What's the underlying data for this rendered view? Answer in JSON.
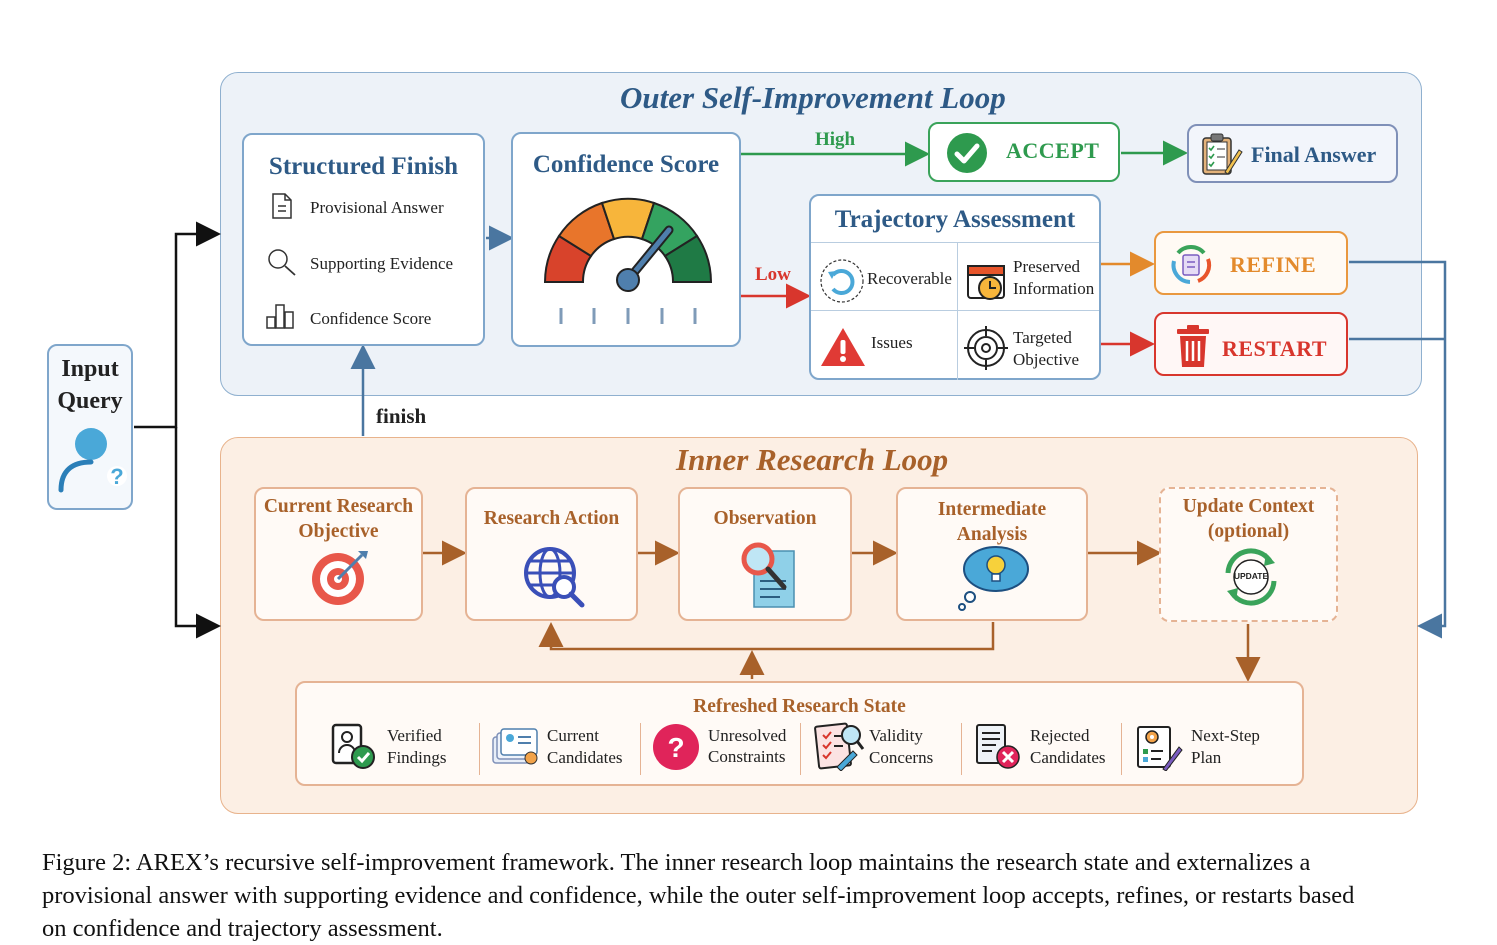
{
  "outer": {
    "title": "Outer Self-Improvement Loop",
    "structured_finish": {
      "title": "Structured Finish",
      "items": [
        "Provisional Answer",
        "Supporting Evidence",
        "Confidence Score"
      ]
    },
    "confidence": {
      "title": "Confidence Score"
    },
    "high_label": "High",
    "low_label": "Low",
    "accept_label": "ACCEPT",
    "final_answer_label": "Final Answer",
    "trajectory": {
      "title": "Trajectory Assessment",
      "cells": [
        "Recoverable",
        "Preserved Information",
        "Issues",
        "Targeted Objective"
      ]
    },
    "refine_label": "REFINE",
    "restart_label": "RESTART"
  },
  "input": {
    "line1": "Input",
    "line2": "Query"
  },
  "finish_label": "finish",
  "inner": {
    "title": "Inner Research Loop",
    "steps": [
      {
        "l1": "Current Research",
        "l2": "Objective"
      },
      {
        "l1": "Research Action",
        "l2": ""
      },
      {
        "l1": "Observation",
        "l2": ""
      },
      {
        "l1": "Intermediate",
        "l2": "Analysis"
      },
      {
        "l1": "Update Context",
        "l2": "(optional)"
      }
    ],
    "update_badge": "UPDATE",
    "state": {
      "title": "Refreshed Research State",
      "items": [
        {
          "l1": "Verified",
          "l2": "Findings"
        },
        {
          "l1": "Current",
          "l2": "Candidates"
        },
        {
          "l1": "Unresolved",
          "l2": "Constraints"
        },
        {
          "l1": "Validity",
          "l2": "Concerns"
        },
        {
          "l1": "Rejected",
          "l2": "Candidates"
        },
        {
          "l1": "Next-Step",
          "l2": "Plan"
        }
      ]
    }
  },
  "caption": {
    "line1": "Figure 2: AREX’s recursive self-improvement framework. The inner research loop maintains the research state and externalizes a",
    "line2": "provisional answer with supporting evidence and confidence, while the outer self-improvement loop accepts, refines, or restarts based",
    "line3": "on confidence and trajectory assessment."
  },
  "colors": {
    "blue": "#2e5a86",
    "green": "#2e9a4e",
    "orange": "#e38a2c",
    "red": "#d8362d",
    "brown": "#a8612a"
  }
}
